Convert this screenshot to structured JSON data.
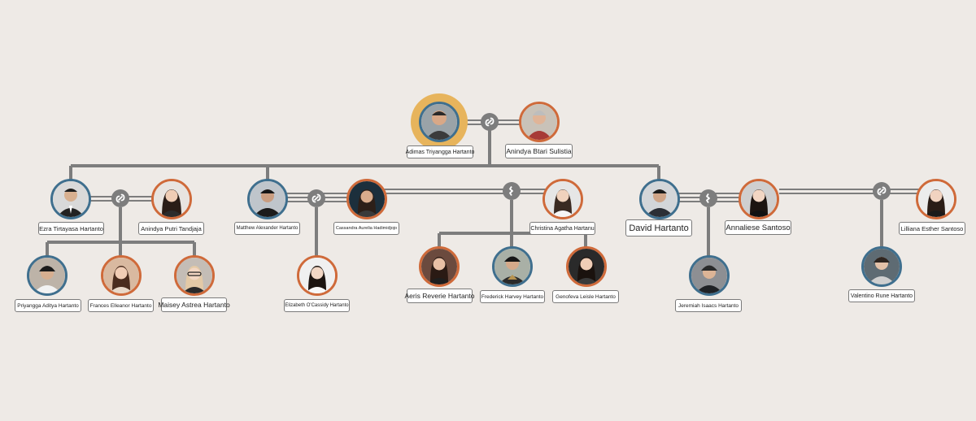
{
  "colors": {
    "background": "#eeeae6",
    "line": "#7d7d7d",
    "male_border": "#3f6f8e",
    "female_border": "#cf6a3a",
    "highlight_halo": "#e7b45c"
  },
  "people": {
    "adimas": "Adimas Triyangga Hartanto",
    "anindya_btari": "Anindya Btari Sulistia",
    "ezra": "Ezra Tirtayasa Hartanto",
    "anindya_putri": "Anindya Putri Tandjaja",
    "matthew": "Matthew Alexander Hartanto",
    "cassandra": "Cassandra Aurelia Hadimidjojo",
    "christina": "Christina Agatha Hartanu",
    "david": "David Hartanto",
    "annaliese": "Annaliese Santoso",
    "lilliana": "Lilliana Esther Santoso",
    "priyangga": "Priyangga Aditya Hartanto",
    "frances": "Frances Elleanor Hartanto",
    "maisey": "Maisey Astrea Hartanto",
    "elizabeth": "Elizabeth O'Cassidy Hartanto",
    "aeris": "Aeris Reverie Hartanto",
    "frederick": "Frederick Harvey Hartanto",
    "genofeva": "Genofeva Leisle Hartanto",
    "jeremiah": "Jeremiah Isaacs Hartanto",
    "valentino": "Valentino Rune Hartanto"
  },
  "relationships": {
    "married": "link-icon",
    "divorced": "broken-link-icon"
  }
}
